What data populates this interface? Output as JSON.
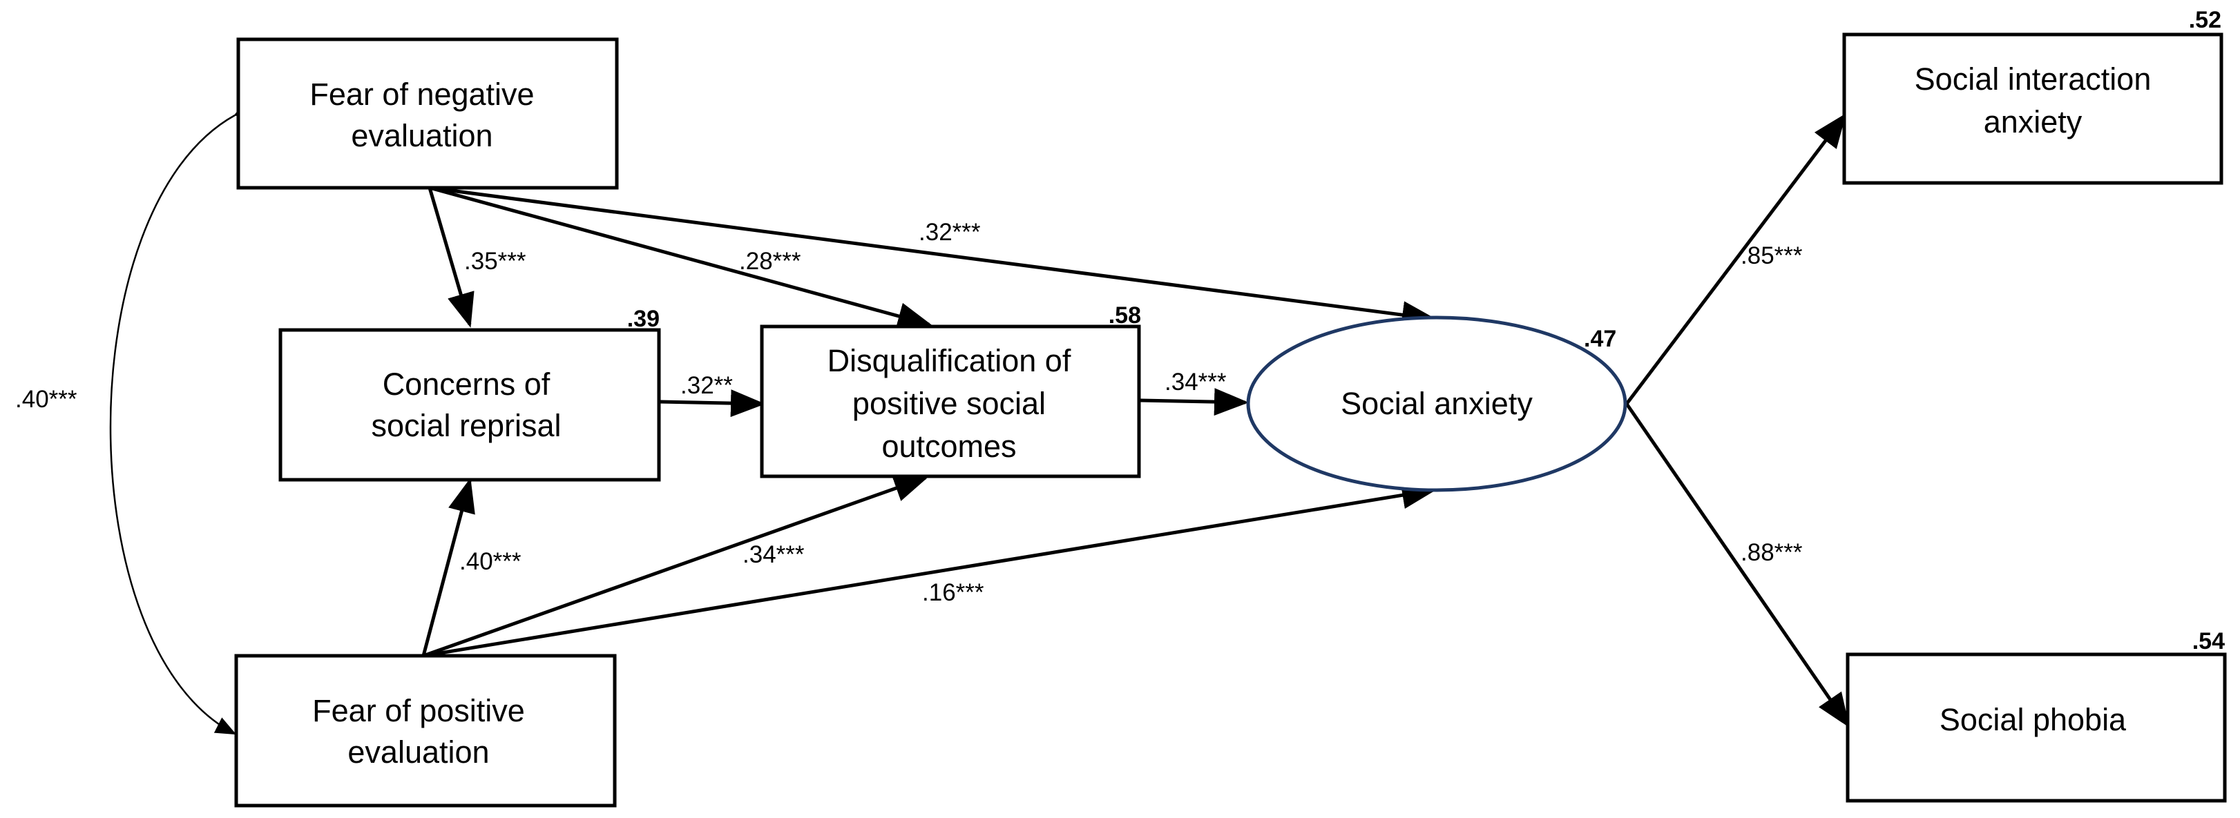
{
  "nodes": {
    "fne": {
      "line1": "Fear of negative",
      "line2": "evaluation"
    },
    "csr": {
      "line1": "Concerns of",
      "line2": "social reprisal",
      "r2": ".39"
    },
    "dpso": {
      "line1": "Disqualification of",
      "line2": "positive social",
      "line3": "outcomes",
      "r2": ".58"
    },
    "sa": {
      "label": "Social anxiety",
      "r2": ".47"
    },
    "fpe": {
      "line1": "Fear of positive",
      "line2": "evaluation"
    },
    "sia": {
      "line1": "Social interaction",
      "line2": "anxiety",
      "r2": ".52"
    },
    "sp": {
      "label": "Social phobia",
      "r2": ".54"
    }
  },
  "paths": {
    "fne_fpe_cov": ".40***",
    "fne_csr": ".35***",
    "fne_dpso": ".28***",
    "fne_sa": ".32***",
    "csr_dpso": ".32**",
    "dpso_sa": ".34***",
    "fpe_csr": ".40***",
    "fpe_dpso": ".34***",
    "fpe_sa": ".16***",
    "sa_sia": ".85***",
    "sa_sp": ".88***"
  },
  "colors": {
    "line": "#000000",
    "ellipse_stroke": "#1f3864",
    "background": "#ffffff"
  }
}
